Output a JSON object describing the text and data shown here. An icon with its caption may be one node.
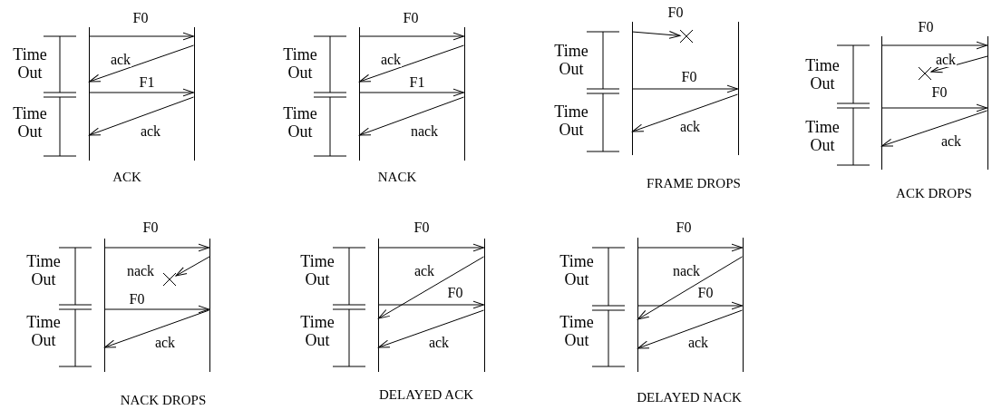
{
  "diagram": {
    "nodes": [
      {
        "text": [],
        "shape": "bar"
      },
      {
        "text": [],
        "shape": "bar"
      },
      {
        "text": [],
        "shape": "bar"
      },
      {
        "text": [],
        "shape": "bar"
      },
      {
        "text": [],
        "shape": "bar"
      },
      {
        "text": [],
        "shape": "bar"
      },
      {
        "text": [],
        "shape": "bar"
      },
      {
        "text": [],
        "shape": "bar"
      },
      {
        "text": [],
        "shape": "bar"
      },
      {
        "text": [],
        "shape": "bar"
      },
      {
        "text": [],
        "shape": "bar"
      },
      {
        "text": [],
        "shape": "bar"
      },
      {
        "text": [],
        "shape": "bar"
      },
      {
        "text": [],
        "shape": "bar"
      },
      {
        "text": [],
        "shape": "cross"
      },
      {
        "text": [],
        "shape": "cross"
      },
      {
        "text": [],
        "shape": "cross"
      }
    ],
    "edges": [
      {
        "from": 0,
        "to": 1,
        "arrow": "to",
        "label": "F0"
      },
      {
        "from": 1,
        "to": 0,
        "arrow": "to",
        "label": "ack"
      },
      {
        "from": 0,
        "to": 1,
        "arrow": "to",
        "label": "F1"
      },
      {
        "from": 1,
        "to": 0,
        "arrow": "to",
        "label": "ack"
      },
      {
        "from": 2,
        "to": 3,
        "arrow": "to",
        "label": "F0"
      },
      {
        "from": 3,
        "to": 2,
        "arrow": "to",
        "label": "ack"
      },
      {
        "from": 2,
        "to": 3,
        "arrow": "to",
        "label": "F1"
      },
      {
        "from": 3,
        "to": 2,
        "arrow": "to",
        "label": "nack"
      },
      {
        "from": 4,
        "to": 14,
        "arrow": "to",
        "label": "F0"
      },
      {
        "from": 4,
        "to": 5,
        "arrow": "to",
        "label": "F0"
      },
      {
        "from": 5,
        "to": 4,
        "arrow": "to",
        "label": "ack"
      },
      {
        "from": 6,
        "to": 7,
        "arrow": "to",
        "label": "F0"
      },
      {
        "from": 7,
        "to": 15,
        "arrow": "to",
        "label": "ack"
      },
      {
        "from": 6,
        "to": 7,
        "arrow": "to",
        "label": "F0"
      },
      {
        "from": 7,
        "to": 6,
        "arrow": "to",
        "label": "ack"
      },
      {
        "from": 8,
        "to": 9,
        "arrow": "to",
        "label": "F0"
      },
      {
        "from": 9,
        "to": 16,
        "arrow": "to",
        "label": "nack"
      },
      {
        "from": 8,
        "to": 9,
        "arrow": "to",
        "label": "F0"
      },
      {
        "from": 9,
        "to": 8,
        "arrow": "to",
        "label": "ack"
      },
      {
        "from": 10,
        "to": 11,
        "arrow": "to",
        "label": "F0"
      },
      {
        "from": 11,
        "to": 10,
        "arrow": "to",
        "label": "ack"
      },
      {
        "from": 10,
        "to": 11,
        "arrow": "to",
        "label": "F0"
      },
      {
        "from": 11,
        "to": 10,
        "arrow": "to",
        "label": "ack"
      },
      {
        "from": 12,
        "to": 13,
        "arrow": "to",
        "label": "F0"
      },
      {
        "from": 13,
        "to": 12,
        "arrow": "to",
        "label": "nack"
      },
      {
        "from": 12,
        "to": 13,
        "arrow": "to",
        "label": "F0"
      },
      {
        "from": 13,
        "to": 12,
        "arrow": "to",
        "label": "ack"
      }
    ],
    "labels": [
      "Time Out",
      "Time Out",
      "ACK",
      "Time Out",
      "Time Out",
      "NACK",
      "Time Out",
      "Time Out",
      "FRAME DROPS",
      "Time Out",
      "Time Out",
      "ACK DROPS",
      "Time Out",
      "Time Out",
      "NACK DROPS",
      "Time Out",
      "Time Out",
      "DELAYED ACK",
      "Time Out",
      "Time Out",
      "DELAYED NACK"
    ]
  }
}
